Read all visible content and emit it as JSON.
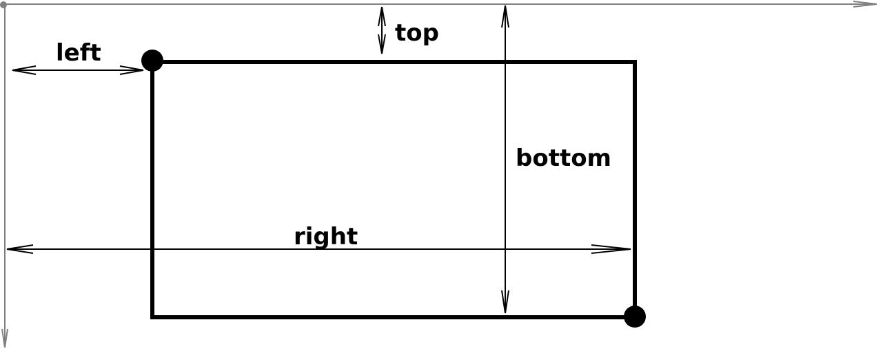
{
  "labels": {
    "left": "left",
    "top": "top",
    "bottom": "bottom",
    "right": "right"
  },
  "colors": {
    "axis": "#7f7f7f",
    "stroke": "#000000",
    "background": "#ffffff"
  }
}
